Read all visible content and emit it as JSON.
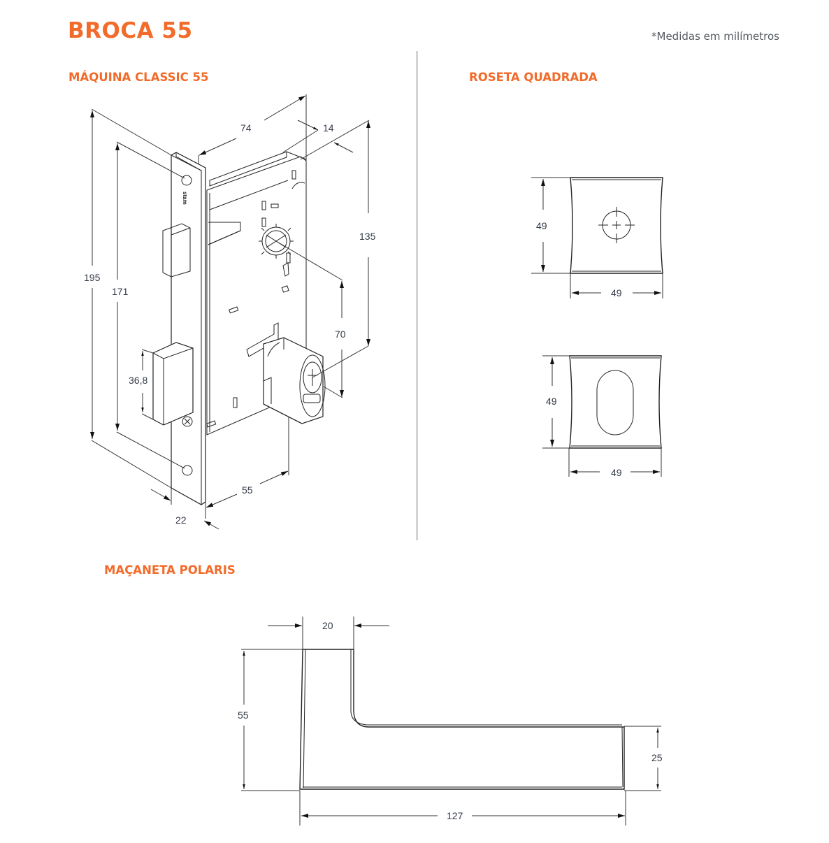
{
  "header": {
    "title": "BROCA 55",
    "note": "*Medidas em milímetros"
  },
  "sections": {
    "maquina": {
      "title": "MÁQUINA CLASSIC 55",
      "brand_engraving": "stam",
      "dimensions": {
        "total_height": "195",
        "screw_spacing": "171",
        "latch_height": "36,8",
        "depth": "74",
        "faceplate_width": "14",
        "body_height": "135",
        "handle_to_cylinder": "70",
        "backset": "55",
        "faceplate_front": "22"
      }
    },
    "roseta": {
      "title": "ROSETA QUADRADA",
      "items": [
        {
          "type": "round-hole",
          "height": "49",
          "width": "49"
        },
        {
          "type": "oval-keyhole",
          "height": "49",
          "width": "49"
        }
      ]
    },
    "macaneta": {
      "title": "MAÇANETA POLARIS",
      "dimensions": {
        "top_width": "20",
        "total_height": "55",
        "lever_height": "25",
        "total_length": "127"
      }
    }
  },
  "colors": {
    "accent": "#f26b2a",
    "divider": "#d4d4d4",
    "line": "#222222",
    "dimension_text": "#333a45"
  }
}
